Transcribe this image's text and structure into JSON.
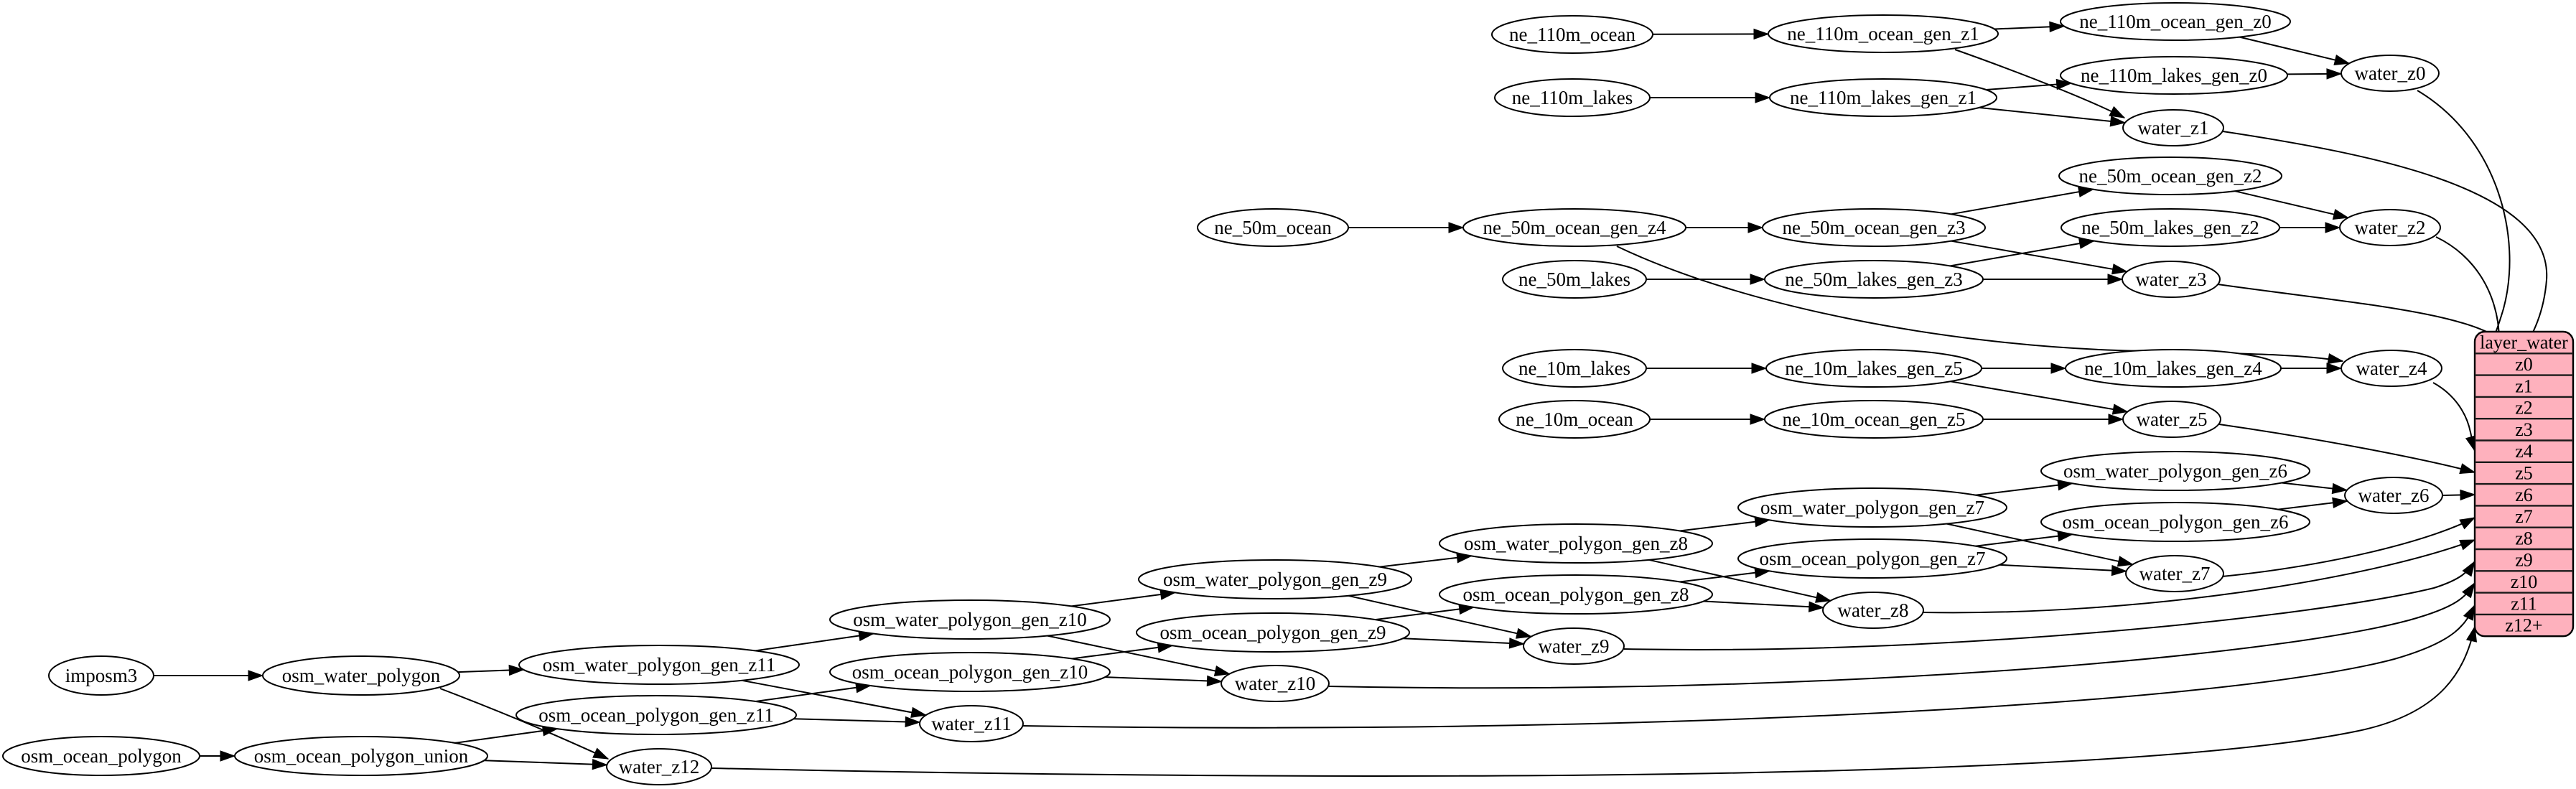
{
  "diagram": {
    "colors": {
      "node_fill": "#ffffff",
      "edge_stroke": "#000000",
      "table_fill": "#feb1bd",
      "table_stroke": "#000000"
    },
    "nodes": [
      {
        "id": "imposm3",
        "label": "imposm3"
      },
      {
        "id": "osm_water_polygon",
        "label": "osm_water_polygon"
      },
      {
        "id": "osm_ocean_polygon",
        "label": "osm_ocean_polygon"
      },
      {
        "id": "osm_ocean_polygon_union",
        "label": "osm_ocean_polygon_union"
      },
      {
        "id": "osm_water_polygon_gen_z11",
        "label": "osm_water_polygon_gen_z11"
      },
      {
        "id": "osm_ocean_polygon_gen_z11",
        "label": "osm_ocean_polygon_gen_z11"
      },
      {
        "id": "water_z12",
        "label": "water_z12"
      },
      {
        "id": "osm_water_polygon_gen_z10",
        "label": "osm_water_polygon_gen_z10"
      },
      {
        "id": "osm_ocean_polygon_gen_z10",
        "label": "osm_ocean_polygon_gen_z10"
      },
      {
        "id": "water_z11",
        "label": "water_z11"
      },
      {
        "id": "osm_water_polygon_gen_z9",
        "label": "osm_water_polygon_gen_z9"
      },
      {
        "id": "osm_ocean_polygon_gen_z9",
        "label": "osm_ocean_polygon_gen_z9"
      },
      {
        "id": "water_z10",
        "label": "water_z10"
      },
      {
        "id": "osm_water_polygon_gen_z8",
        "label": "osm_water_polygon_gen_z8"
      },
      {
        "id": "osm_ocean_polygon_gen_z8",
        "label": "osm_ocean_polygon_gen_z8"
      },
      {
        "id": "water_z9",
        "label": "water_z9"
      },
      {
        "id": "osm_water_polygon_gen_z7",
        "label": "osm_water_polygon_gen_z7"
      },
      {
        "id": "osm_ocean_polygon_gen_z7",
        "label": "osm_ocean_polygon_gen_z7"
      },
      {
        "id": "water_z8",
        "label": "water_z8"
      },
      {
        "id": "osm_water_polygon_gen_z6",
        "label": "osm_water_polygon_gen_z6"
      },
      {
        "id": "osm_ocean_polygon_gen_z6",
        "label": "osm_ocean_polygon_gen_z6"
      },
      {
        "id": "water_z7",
        "label": "water_z7"
      },
      {
        "id": "water_z6",
        "label": "water_z6"
      },
      {
        "id": "ne_110m_ocean",
        "label": "ne_110m_ocean"
      },
      {
        "id": "ne_110m_ocean_gen_z1",
        "label": "ne_110m_ocean_gen_z1"
      },
      {
        "id": "ne_110m_ocean_gen_z0",
        "label": "ne_110m_ocean_gen_z0"
      },
      {
        "id": "ne_110m_lakes",
        "label": "ne_110m_lakes"
      },
      {
        "id": "ne_110m_lakes_gen_z1",
        "label": "ne_110m_lakes_gen_z1"
      },
      {
        "id": "ne_110m_lakes_gen_z0",
        "label": "ne_110m_lakes_gen_z0"
      },
      {
        "id": "water_z0",
        "label": "water_z0"
      },
      {
        "id": "water_z1",
        "label": "water_z1"
      },
      {
        "id": "ne_50m_ocean",
        "label": "ne_50m_ocean"
      },
      {
        "id": "ne_50m_ocean_gen_z4",
        "label": "ne_50m_ocean_gen_z4"
      },
      {
        "id": "ne_50m_ocean_gen_z3",
        "label": "ne_50m_ocean_gen_z3"
      },
      {
        "id": "ne_50m_ocean_gen_z2",
        "label": "ne_50m_ocean_gen_z2"
      },
      {
        "id": "ne_50m_lakes",
        "label": "ne_50m_lakes"
      },
      {
        "id": "ne_50m_lakes_gen_z3",
        "label": "ne_50m_lakes_gen_z3"
      },
      {
        "id": "ne_50m_lakes_gen_z2",
        "label": "ne_50m_lakes_gen_z2"
      },
      {
        "id": "water_z2",
        "label": "water_z2"
      },
      {
        "id": "water_z3",
        "label": "water_z3"
      },
      {
        "id": "ne_10m_lakes",
        "label": "ne_10m_lakes"
      },
      {
        "id": "ne_10m_lakes_gen_z5",
        "label": "ne_10m_lakes_gen_z5"
      },
      {
        "id": "ne_10m_lakes_gen_z4",
        "label": "ne_10m_lakes_gen_z4"
      },
      {
        "id": "water_z4",
        "label": "water_z4"
      },
      {
        "id": "ne_10m_ocean",
        "label": "ne_10m_ocean"
      },
      {
        "id": "ne_10m_ocean_gen_z5",
        "label": "ne_10m_ocean_gen_z5"
      },
      {
        "id": "water_z5",
        "label": "water_z5"
      }
    ],
    "edges": [
      {
        "from": "imposm3",
        "to": "osm_water_polygon"
      },
      {
        "from": "osm_ocean_polygon",
        "to": "osm_ocean_polygon_union"
      },
      {
        "from": "osm_water_polygon",
        "to": "osm_water_polygon_gen_z11"
      },
      {
        "from": "osm_water_polygon",
        "to": "water_z12"
      },
      {
        "from": "osm_ocean_polygon_union",
        "to": "osm_ocean_polygon_gen_z11"
      },
      {
        "from": "osm_ocean_polygon_union",
        "to": "water_z12"
      },
      {
        "from": "osm_water_polygon_gen_z11",
        "to": "osm_water_polygon_gen_z10"
      },
      {
        "from": "osm_water_polygon_gen_z11",
        "to": "water_z11"
      },
      {
        "from": "osm_ocean_polygon_gen_z11",
        "to": "osm_ocean_polygon_gen_z10"
      },
      {
        "from": "osm_ocean_polygon_gen_z11",
        "to": "water_z11"
      },
      {
        "from": "osm_water_polygon_gen_z10",
        "to": "osm_water_polygon_gen_z9"
      },
      {
        "from": "osm_water_polygon_gen_z10",
        "to": "water_z10"
      },
      {
        "from": "osm_ocean_polygon_gen_z10",
        "to": "osm_ocean_polygon_gen_z9"
      },
      {
        "from": "osm_ocean_polygon_gen_z10",
        "to": "water_z10"
      },
      {
        "from": "osm_water_polygon_gen_z9",
        "to": "osm_water_polygon_gen_z8"
      },
      {
        "from": "osm_water_polygon_gen_z9",
        "to": "water_z9"
      },
      {
        "from": "osm_ocean_polygon_gen_z9",
        "to": "osm_ocean_polygon_gen_z8"
      },
      {
        "from": "osm_ocean_polygon_gen_z9",
        "to": "water_z9"
      },
      {
        "from": "osm_water_polygon_gen_z8",
        "to": "osm_water_polygon_gen_z7"
      },
      {
        "from": "osm_water_polygon_gen_z8",
        "to": "water_z8"
      },
      {
        "from": "osm_ocean_polygon_gen_z8",
        "to": "osm_ocean_polygon_gen_z7"
      },
      {
        "from": "osm_ocean_polygon_gen_z8",
        "to": "water_z8"
      },
      {
        "from": "osm_water_polygon_gen_z7",
        "to": "osm_water_polygon_gen_z6"
      },
      {
        "from": "osm_water_polygon_gen_z7",
        "to": "water_z7"
      },
      {
        "from": "osm_ocean_polygon_gen_z7",
        "to": "osm_ocean_polygon_gen_z6"
      },
      {
        "from": "osm_ocean_polygon_gen_z7",
        "to": "water_z7"
      },
      {
        "from": "osm_water_polygon_gen_z6",
        "to": "water_z6"
      },
      {
        "from": "osm_ocean_polygon_gen_z6",
        "to": "water_z6"
      },
      {
        "from": "ne_110m_ocean",
        "to": "ne_110m_ocean_gen_z1"
      },
      {
        "from": "ne_110m_ocean_gen_z1",
        "to": "ne_110m_ocean_gen_z0"
      },
      {
        "from": "ne_110m_ocean_gen_z1",
        "to": "water_z1"
      },
      {
        "from": "ne_110m_ocean_gen_z0",
        "to": "water_z0"
      },
      {
        "from": "ne_110m_lakes",
        "to": "ne_110m_lakes_gen_z1"
      },
      {
        "from": "ne_110m_lakes_gen_z1",
        "to": "ne_110m_lakes_gen_z0"
      },
      {
        "from": "ne_110m_lakes_gen_z1",
        "to": "water_z1"
      },
      {
        "from": "ne_110m_lakes_gen_z0",
        "to": "water_z0"
      },
      {
        "from": "ne_50m_ocean",
        "to": "ne_50m_ocean_gen_z4"
      },
      {
        "from": "ne_50m_ocean_gen_z4",
        "to": "ne_50m_ocean_gen_z3"
      },
      {
        "from": "ne_50m_ocean_gen_z4",
        "to": "water_z4"
      },
      {
        "from": "ne_50m_ocean_gen_z3",
        "to": "ne_50m_ocean_gen_z2"
      },
      {
        "from": "ne_50m_ocean_gen_z3",
        "to": "water_z3"
      },
      {
        "from": "ne_50m_ocean_gen_z2",
        "to": "water_z2"
      },
      {
        "from": "ne_50m_lakes",
        "to": "ne_50m_lakes_gen_z3"
      },
      {
        "from": "ne_50m_lakes_gen_z3",
        "to": "ne_50m_lakes_gen_z2"
      },
      {
        "from": "ne_50m_lakes_gen_z3",
        "to": "water_z3"
      },
      {
        "from": "ne_50m_lakes_gen_z2",
        "to": "water_z2"
      },
      {
        "from": "ne_10m_lakes",
        "to": "ne_10m_lakes_gen_z5"
      },
      {
        "from": "ne_10m_lakes_gen_z5",
        "to": "ne_10m_lakes_gen_z4"
      },
      {
        "from": "ne_10m_lakes_gen_z5",
        "to": "water_z5"
      },
      {
        "from": "ne_10m_lakes_gen_z4",
        "to": "water_z4"
      },
      {
        "from": "ne_10m_ocean",
        "to": "ne_10m_ocean_gen_z5"
      },
      {
        "from": "ne_10m_ocean_gen_z5",
        "to": "water_z5"
      },
      {
        "from": "water_z0",
        "to": "layer_water",
        "port": "z0"
      },
      {
        "from": "water_z1",
        "to": "layer_water",
        "port": "z1"
      },
      {
        "from": "water_z2",
        "to": "layer_water",
        "port": "z2"
      },
      {
        "from": "water_z3",
        "to": "layer_water",
        "port": "z3"
      },
      {
        "from": "water_z4",
        "to": "layer_water",
        "port": "z4"
      },
      {
        "from": "water_z5",
        "to": "layer_water",
        "port": "z5"
      },
      {
        "from": "water_z6",
        "to": "layer_water",
        "port": "z6"
      },
      {
        "from": "water_z7",
        "to": "layer_water",
        "port": "z7"
      },
      {
        "from": "water_z8",
        "to": "layer_water",
        "port": "z8"
      },
      {
        "from": "water_z9",
        "to": "layer_water",
        "port": "z9"
      },
      {
        "from": "water_z10",
        "to": "layer_water",
        "port": "z10"
      },
      {
        "from": "water_z11",
        "to": "layer_water",
        "port": "z11"
      },
      {
        "from": "water_z12",
        "to": "layer_water",
        "port": "z12+"
      }
    ],
    "table": {
      "title": "layer_water",
      "rows": [
        "z0",
        "z1",
        "z2",
        "z3",
        "z4",
        "z5",
        "z6",
        "z7",
        "z8",
        "z9",
        "z10",
        "z11",
        "z12+"
      ]
    }
  }
}
